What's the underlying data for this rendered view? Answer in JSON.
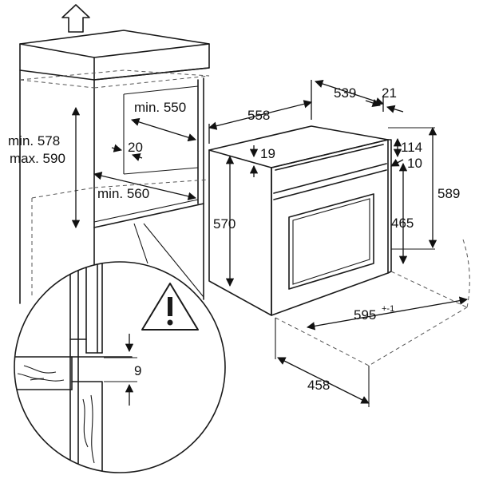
{
  "labels": {
    "cab_min_height_a": "min. 578",
    "cab_max_height": "max. 590",
    "cab_min_width": "min. 550",
    "cab_depth_gap": "20",
    "cab_min_depth": "min. 560",
    "oven_depth": "558",
    "oven_body_depth": "539",
    "oven_handle_depth": "21",
    "oven_top_offset": "19",
    "oven_side_height": "570",
    "oven_top_panel": "114",
    "oven_door_gap": "10",
    "oven_total_height": "589",
    "oven_door_height": "465",
    "oven_width": "595",
    "oven_width_tol": "+-1",
    "oven_front_depth": "458",
    "detail_gap": "9"
  },
  "icons": {
    "top_arrow": "up-arrow-icon",
    "warning": "warning-triangle-icon"
  }
}
